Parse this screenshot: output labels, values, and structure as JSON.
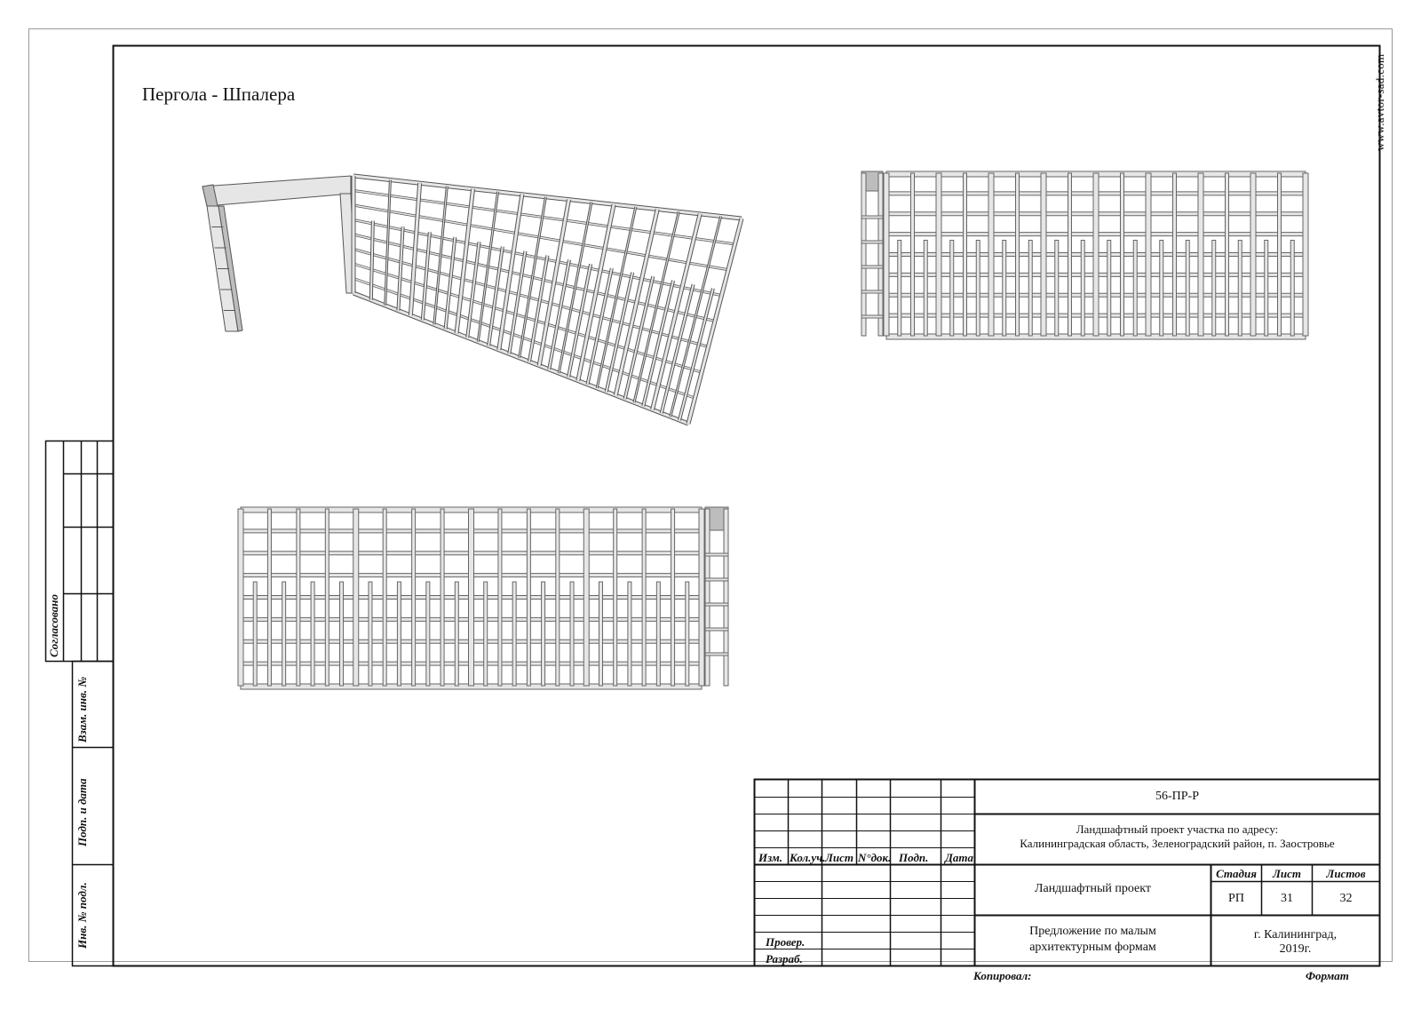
{
  "sheet": {
    "title": "Пергола - Шпалера",
    "site_url": "www.avtor-sad.com"
  },
  "side_stamp": {
    "approved": "Согласовано",
    "replaced_inv": "Взам. инв. №",
    "sign_date": "Подп. и дата",
    "original_inv": "Инв. № подл."
  },
  "title_block": {
    "code": "56-ПР-Р",
    "project_address_line1": "Ландшафтный проект участка по адресу:",
    "project_address_line2": "Калининградская область, Зеленоградский район, п. Заостровье",
    "section": "Ландшафтный проект",
    "sheet_title_line1": "Предложение по малым",
    "sheet_title_line2": "архитектурным формам",
    "city_line1": "г. Калининград,",
    "city_line2": "2019г.",
    "columns": {
      "change": "Изм.",
      "qty": "Кол.уч.",
      "sheet": "Лист",
      "doc_no": "N°док.",
      "signature": "Подп.",
      "date": "Дата"
    },
    "roles": {
      "checked": "Провер.",
      "developed": "Разраб."
    },
    "stage_label": "Стадия",
    "sheet_label": "Лист",
    "sheets_label": "Листов",
    "stage_value": "РП",
    "sheet_value": "31",
    "sheets_value": "32",
    "copied": "Копировал:",
    "format": "Формат"
  },
  "colors": {
    "frame": "#111111",
    "timber_fill": "#e6e6e6",
    "timber_shade": "#bdbdbd",
    "timber_stroke": "#555555"
  },
  "icons": {
    "drawing": "pergola-trellis-drawing"
  }
}
